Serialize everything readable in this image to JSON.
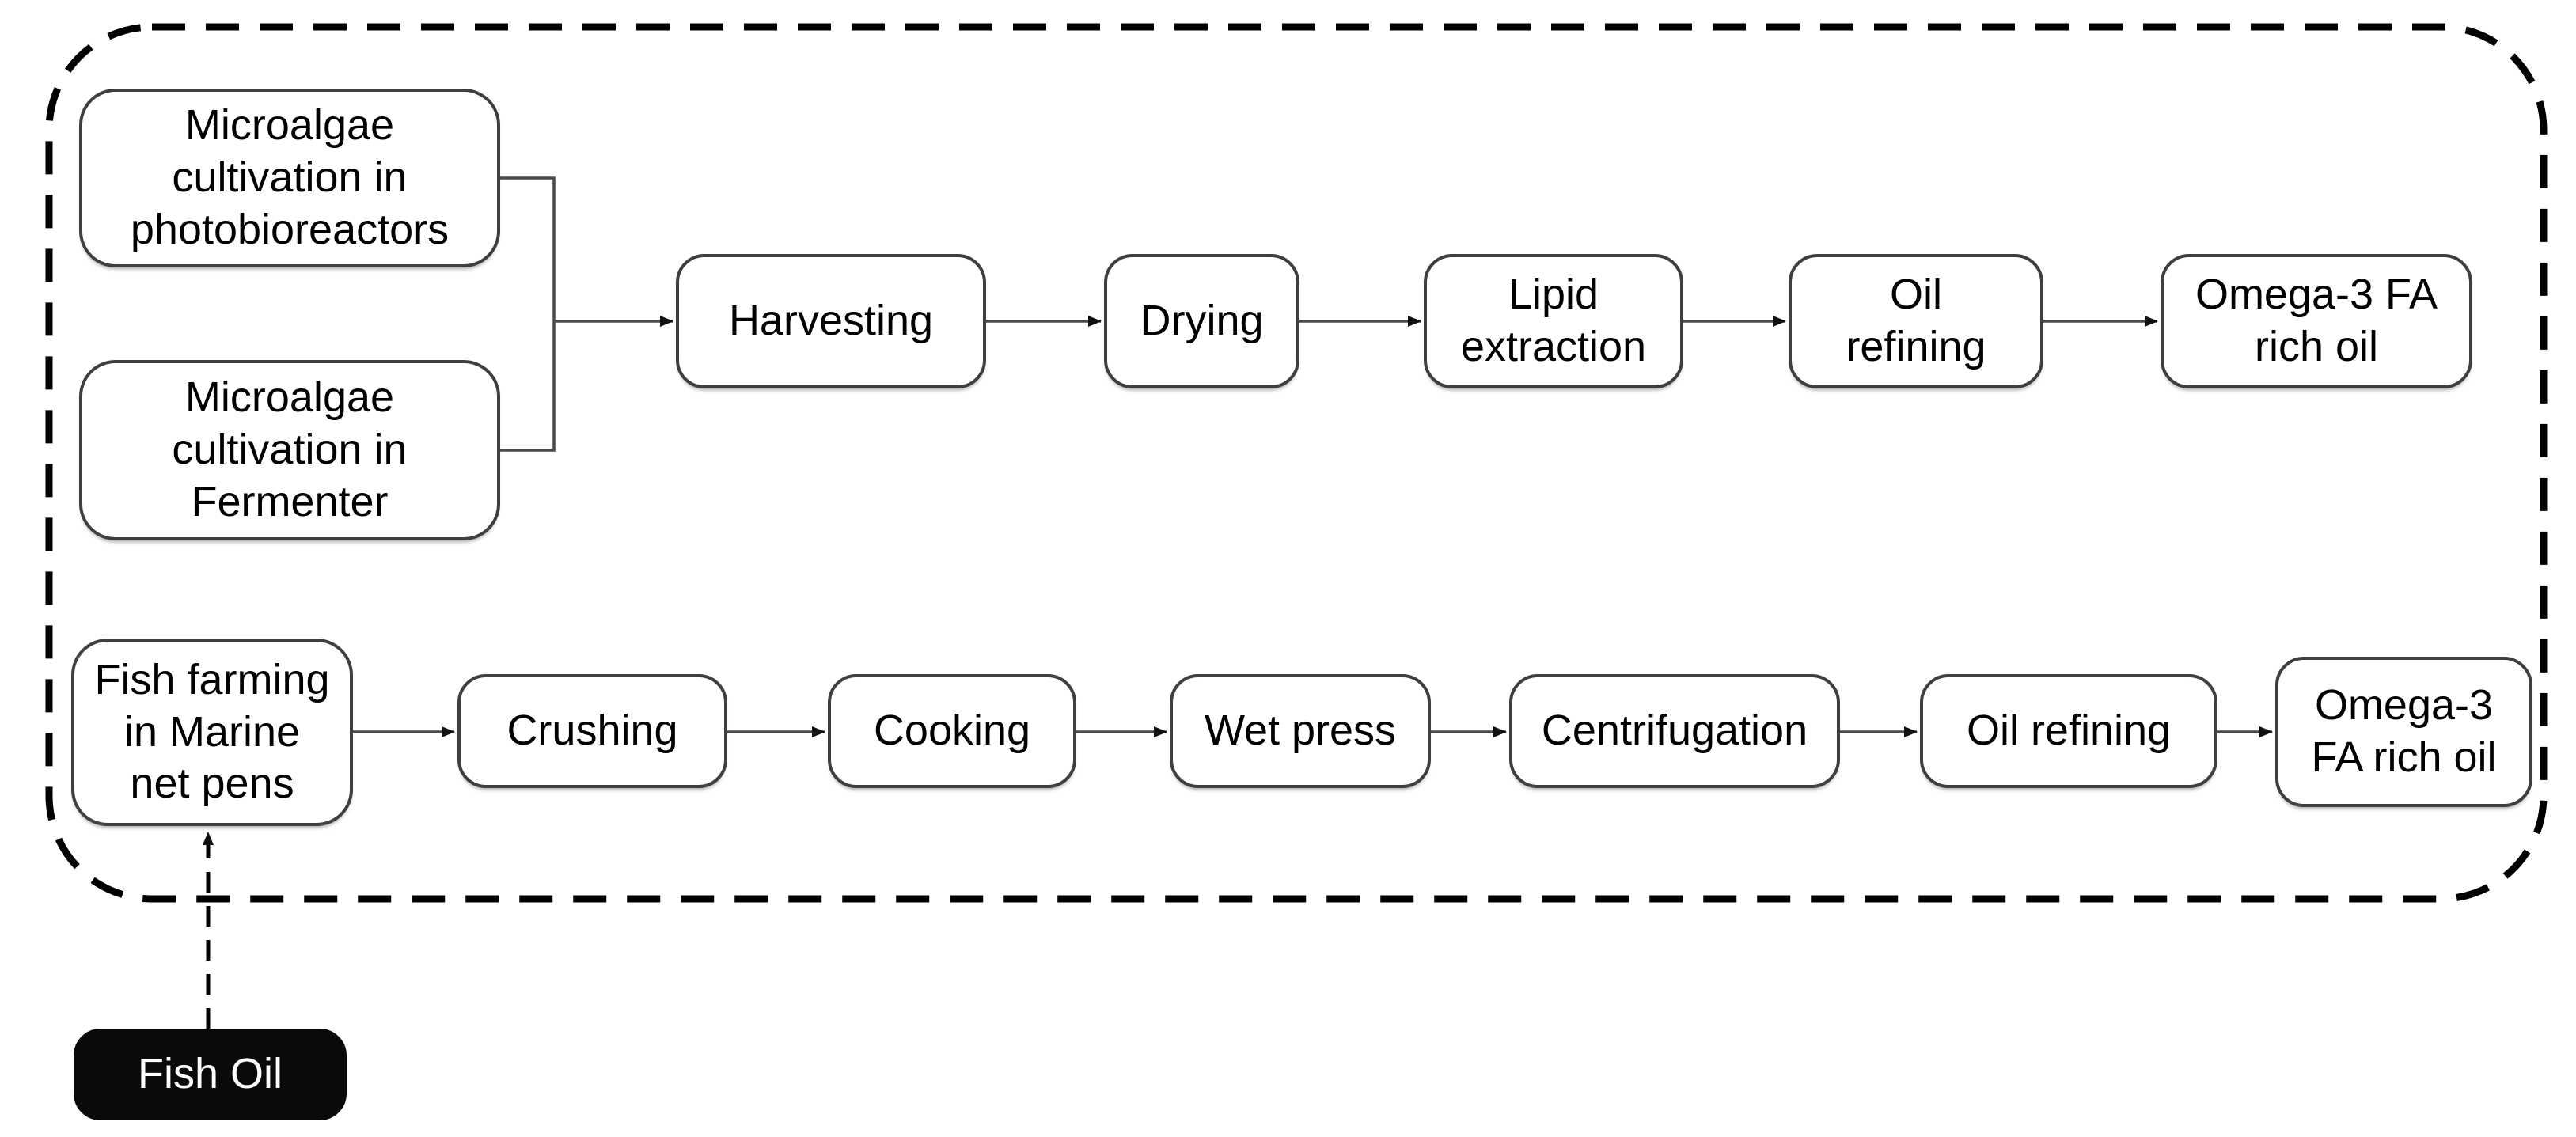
{
  "diagram": {
    "algae_flow": {
      "sources": [
        {
          "label": "Microalgae\ncultivation in\nphotobioreactors"
        },
        {
          "label": "Microalgae\ncultivation in\nFermenter"
        }
      ],
      "steps": [
        {
          "label": "Harvesting"
        },
        {
          "label": "Drying"
        },
        {
          "label": "Lipid\nextraction"
        },
        {
          "label": "Oil\nrefining"
        },
        {
          "label": "Omega-3 FA\nrich oil"
        }
      ]
    },
    "fish_flow": {
      "source": {
        "label": "Fish farming\nin Marine\nnet pens"
      },
      "steps": [
        {
          "label": "Crushing"
        },
        {
          "label": "Cooking"
        },
        {
          "label": "Wet press"
        },
        {
          "label": "Centrifugation"
        },
        {
          "label": "Oil refining"
        },
        {
          "label": "Omega-3\nFA rich oil"
        }
      ]
    },
    "external_input": {
      "label": "Fish Oil"
    },
    "colors": {
      "box_fill": "#ffffff",
      "box_border": "#3f3f3f",
      "text": "#000000",
      "connector": "#4a4a4a",
      "arrowhead": "#111111",
      "outer_dash": "#000000",
      "fish_oil_fill": "#0a0a0a",
      "fish_oil_text": "#ffffff"
    }
  }
}
